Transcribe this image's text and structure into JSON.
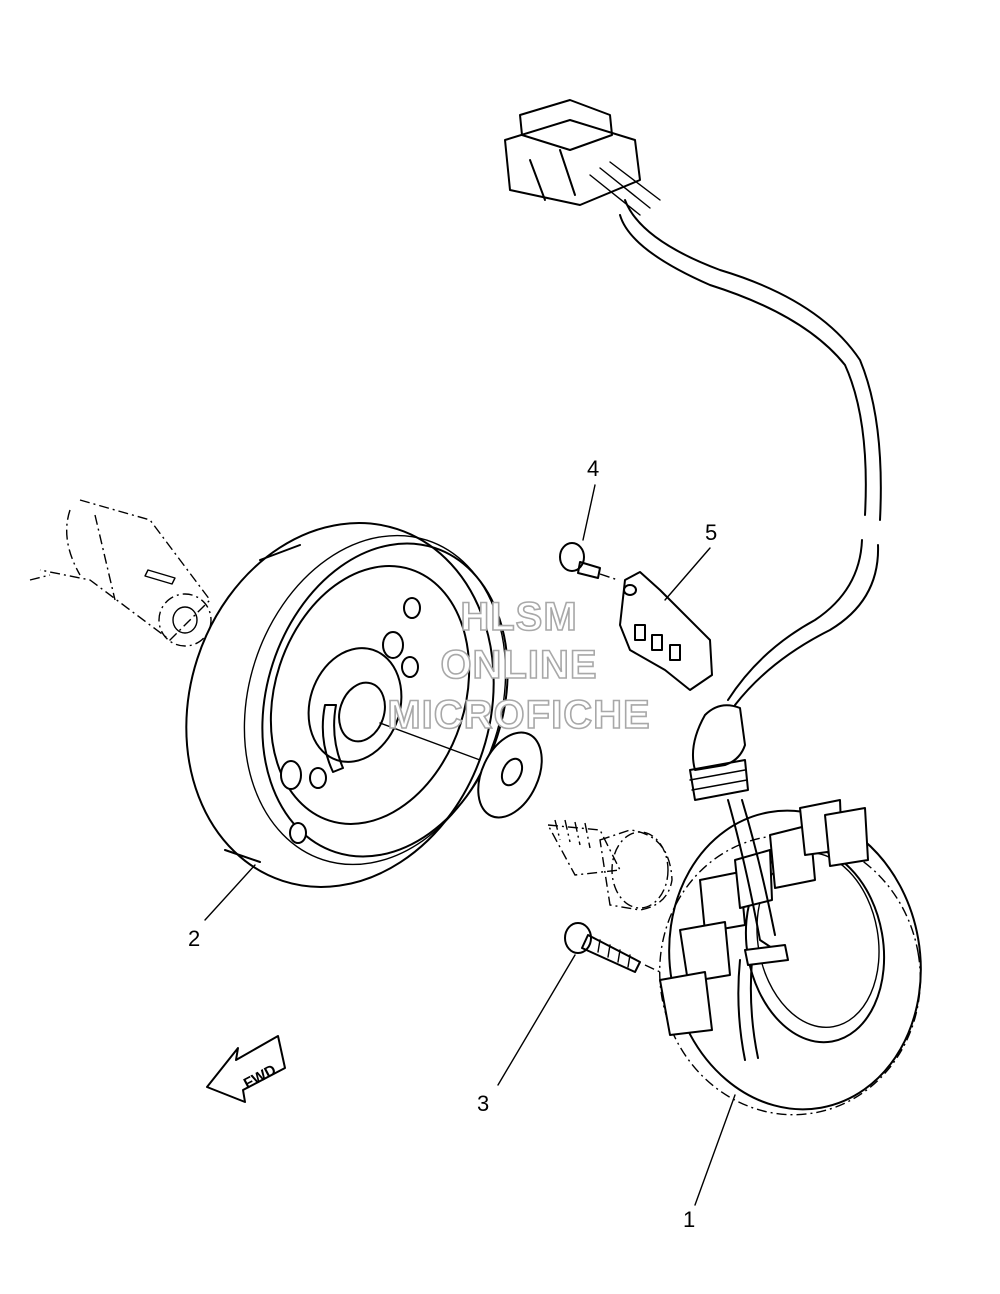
{
  "diagram": {
    "callouts": [
      {
        "id": "1",
        "label": "1"
      },
      {
        "id": "2",
        "label": "2"
      },
      {
        "id": "3",
        "label": "3"
      },
      {
        "id": "4",
        "label": "4"
      },
      {
        "id": "5",
        "label": "5"
      }
    ],
    "watermark": {
      "line1": "HLSM",
      "line2": "ONLINE",
      "line3": "MICROFICHE"
    },
    "fwd_label": "FWD"
  }
}
